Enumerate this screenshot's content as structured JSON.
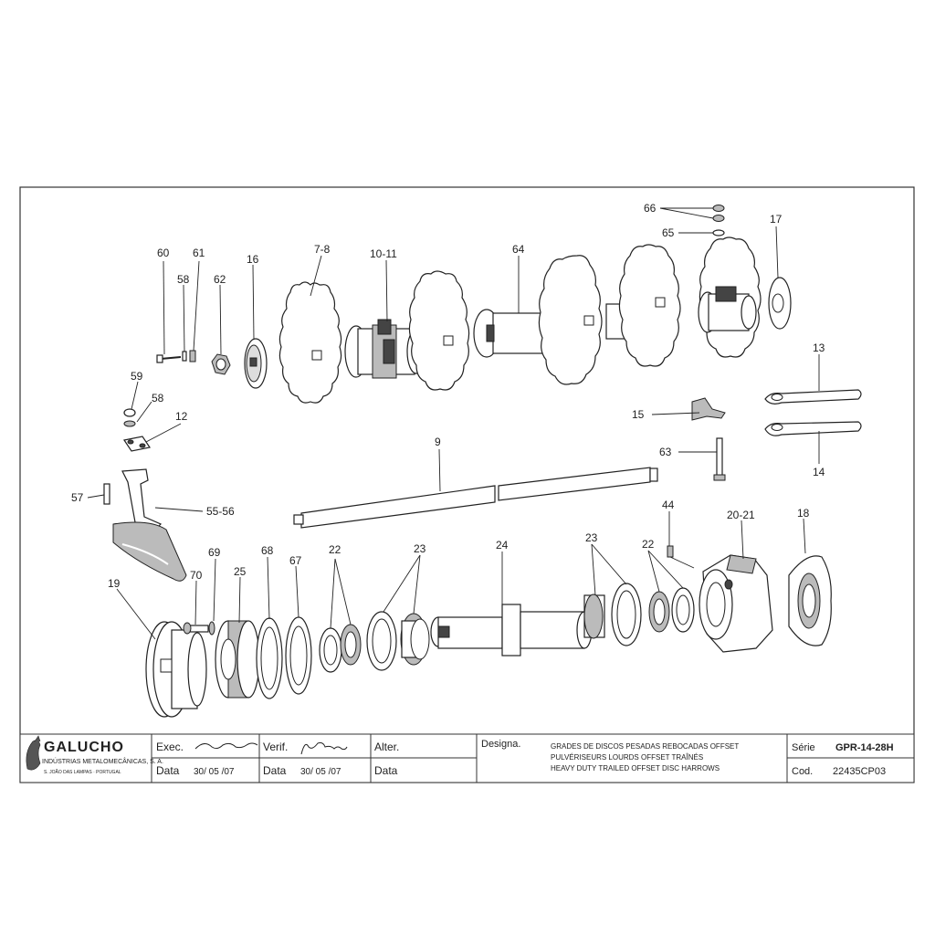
{
  "drawing": {
    "callouts": {
      "c60": "60",
      "c61": "61",
      "c58a": "58",
      "c62": "62",
      "c16": "16",
      "c78": "7-8",
      "c1011": "10-11",
      "c64": "64",
      "c66": "66",
      "c65": "65",
      "c17": "17",
      "c13": "13",
      "c14": "14",
      "c15": "15",
      "c59": "59",
      "c58b": "58",
      "c12": "12",
      "c9": "9",
      "c63": "63",
      "c57": "57",
      "c5556": "55-56",
      "c44": "44",
      "c2021": "20-21",
      "c18": "18",
      "c19": "19",
      "c70": "70",
      "c69": "69",
      "c25": "25",
      "c68": "68",
      "c67": "67",
      "c22a": "22",
      "c23a": "23",
      "c24": "24",
      "c23b": "23",
      "c22b": "22"
    }
  },
  "title_block": {
    "company_name": "GALUCHO",
    "company_sub": "INDÚSTRIAS METALOMECÂNICAS, S. A.",
    "company_addr": "S. JOÃO DAS LAMPAS  ·  PORTUGAL",
    "exec_label": "Exec.",
    "verif_label": "Verif.",
    "alter_label": "Alter.",
    "data_label": "Data",
    "exec_date": "30/ 05 /07",
    "verif_date": "30/ 05 /07",
    "designa_label": "Designa.",
    "designation_pt": "GRADES DE DISCOS PESADAS REBOCADAS OFFSET",
    "designation_fr": "PULVÉRISEURS LOURDS OFFSET TRAÎNÉS",
    "designation_en": "HEAVY DUTY TRAILED OFFSET DISC HARROWS",
    "serie_label": "Série",
    "serie_value": "GPR-14-28H",
    "cod_label": "Cod.",
    "cod_value": "22435CP03"
  }
}
